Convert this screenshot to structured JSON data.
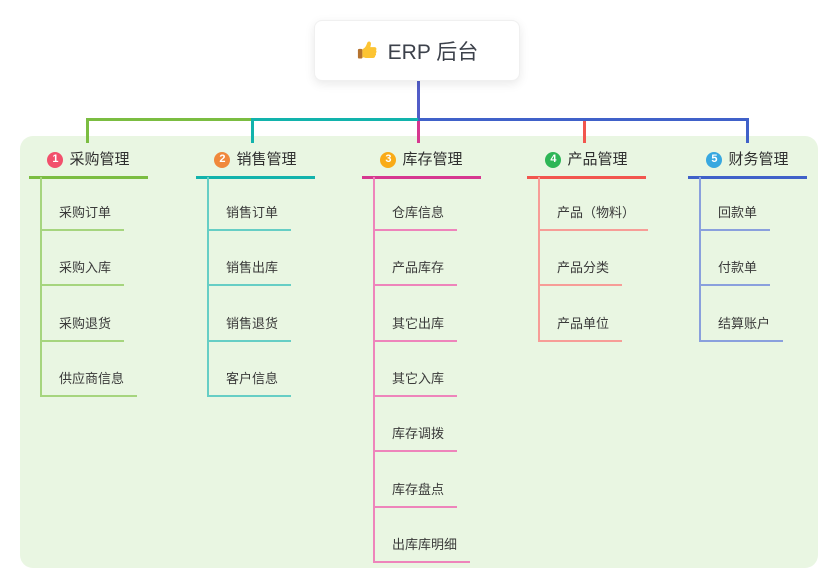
{
  "root": {
    "title": "ERP 后台",
    "icon": "thumbs-up-icon"
  },
  "connectors": {
    "root_line_color": "#525dc8"
  },
  "canvas": {
    "background": "#ffffff",
    "panel_background": "#e9f6e2"
  },
  "branches": [
    {
      "badge": "1",
      "title": "采购管理",
      "badge_color": "#f2506c",
      "line_color": "#7bbd41",
      "line_light": "#a6d57e",
      "children": [
        "采购订单",
        "采购入库",
        "采购退货",
        "供应商信息"
      ]
    },
    {
      "badge": "2",
      "title": "销售管理",
      "badge_color": "#f0883b",
      "line_color": "#12b3ac",
      "line_light": "#66cec5",
      "children": [
        "销售订单",
        "销售出库",
        "销售退货",
        "客户信息"
      ]
    },
    {
      "badge": "3",
      "title": "库存管理",
      "badge_color": "#f9ab17",
      "line_color": "#d63890",
      "line_light": "#ee84bb",
      "children": [
        "仓库信息",
        "产品库存",
        "其它出库",
        "其它入库",
        "库存调拨",
        "库存盘点",
        "出库库明细"
      ]
    },
    {
      "badge": "4",
      "title": "产品管理",
      "badge_color": "#2eb656",
      "line_color": "#f2564e",
      "line_light": "#f79d97",
      "children": [
        "产品（物料）",
        "产品分类",
        "产品单位"
      ]
    },
    {
      "badge": "5",
      "title": "财务管理",
      "badge_color": "#38a8e0",
      "line_color": "#4061c9",
      "line_light": "#8aa0dd",
      "children": [
        "回款单",
        "付款单",
        "结算账户"
      ]
    }
  ]
}
